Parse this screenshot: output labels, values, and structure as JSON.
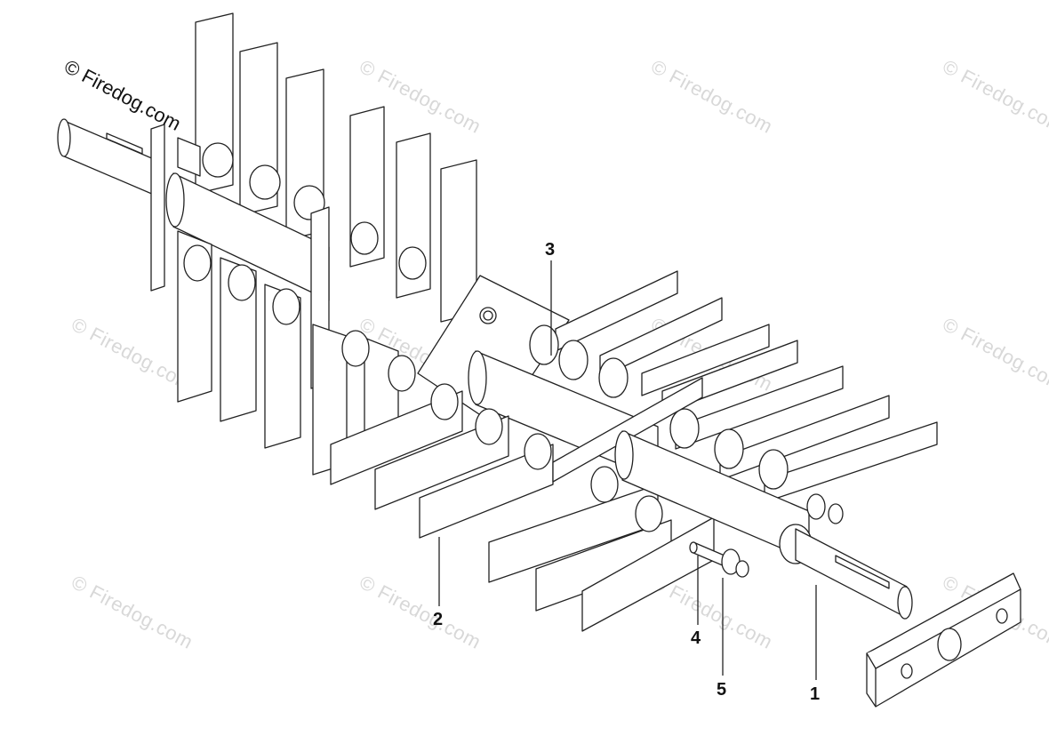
{
  "watermark": {
    "main": "© Firedog.com",
    "faint": "© Firedog.com"
  },
  "callouts": [
    {
      "id": "1",
      "label": "1"
    },
    {
      "id": "2",
      "label": "2"
    },
    {
      "id": "3",
      "label": "3"
    },
    {
      "id": "4",
      "label": "4"
    },
    {
      "id": "5",
      "label": "5"
    }
  ],
  "colors": {
    "stroke": "#222222",
    "fill": "#ffffff",
    "watermark": "#d8d8d8"
  }
}
